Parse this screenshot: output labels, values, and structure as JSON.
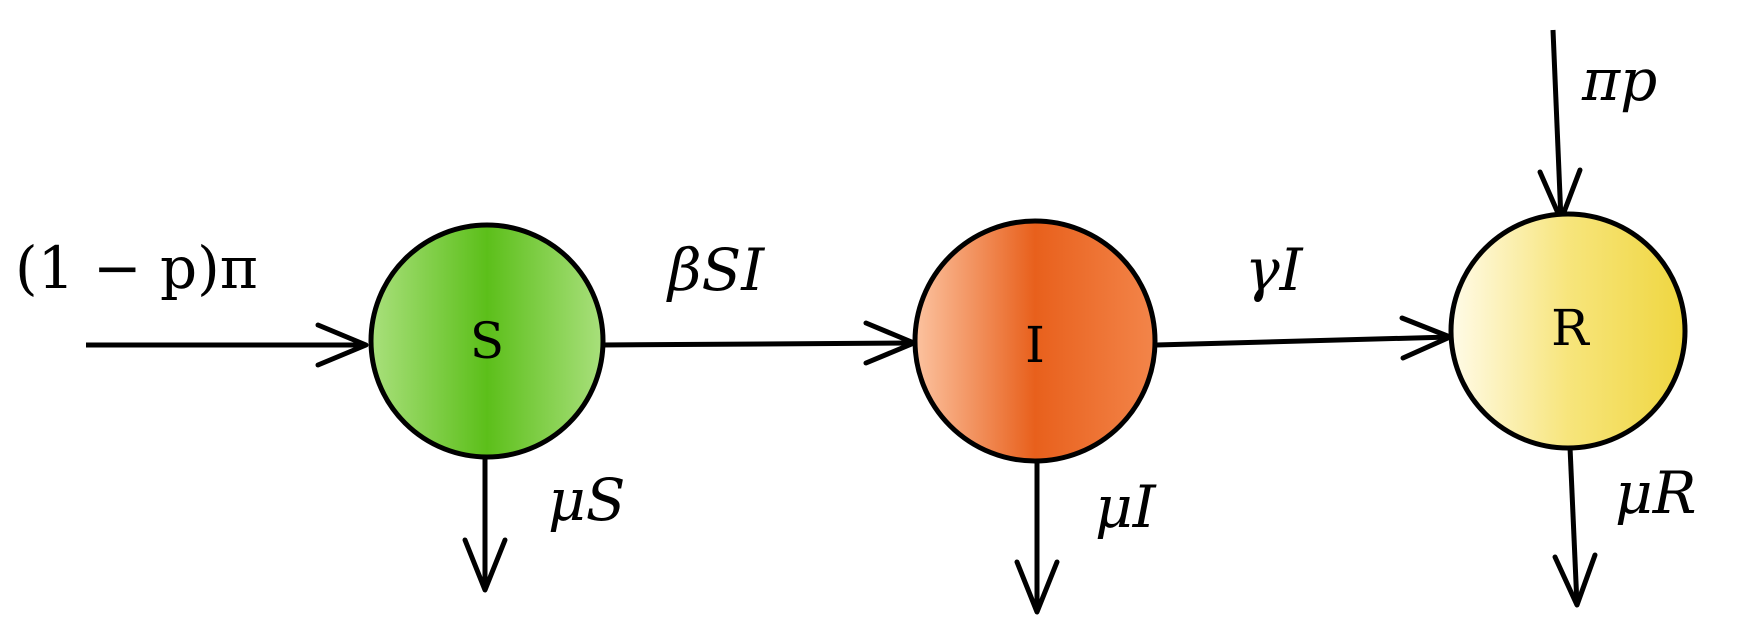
{
  "diagram": {
    "nodes": [
      {
        "id": "S",
        "label": "S",
        "gradient": [
          "#a9e07c",
          "#5cbf1a",
          "#a9e07c"
        ]
      },
      {
        "id": "I",
        "label": "I",
        "gradient": [
          "#fcc3a0",
          "#e8601c",
          "#f3854a"
        ]
      },
      {
        "id": "R",
        "label": "R",
        "gradient": [
          "#fffbe8",
          "#f7e57c",
          "#efd640"
        ]
      }
    ],
    "edges": [
      {
        "id": "inflow-S",
        "label": "(1 − p)π"
      },
      {
        "id": "S-to-I",
        "label": "βSI"
      },
      {
        "id": "I-to-R",
        "label": "γI"
      },
      {
        "id": "inflow-R",
        "label": "πp"
      },
      {
        "id": "S-out",
        "label": "μS"
      },
      {
        "id": "I-out",
        "label": "μI"
      },
      {
        "id": "R-out",
        "label": "μR"
      }
    ]
  }
}
